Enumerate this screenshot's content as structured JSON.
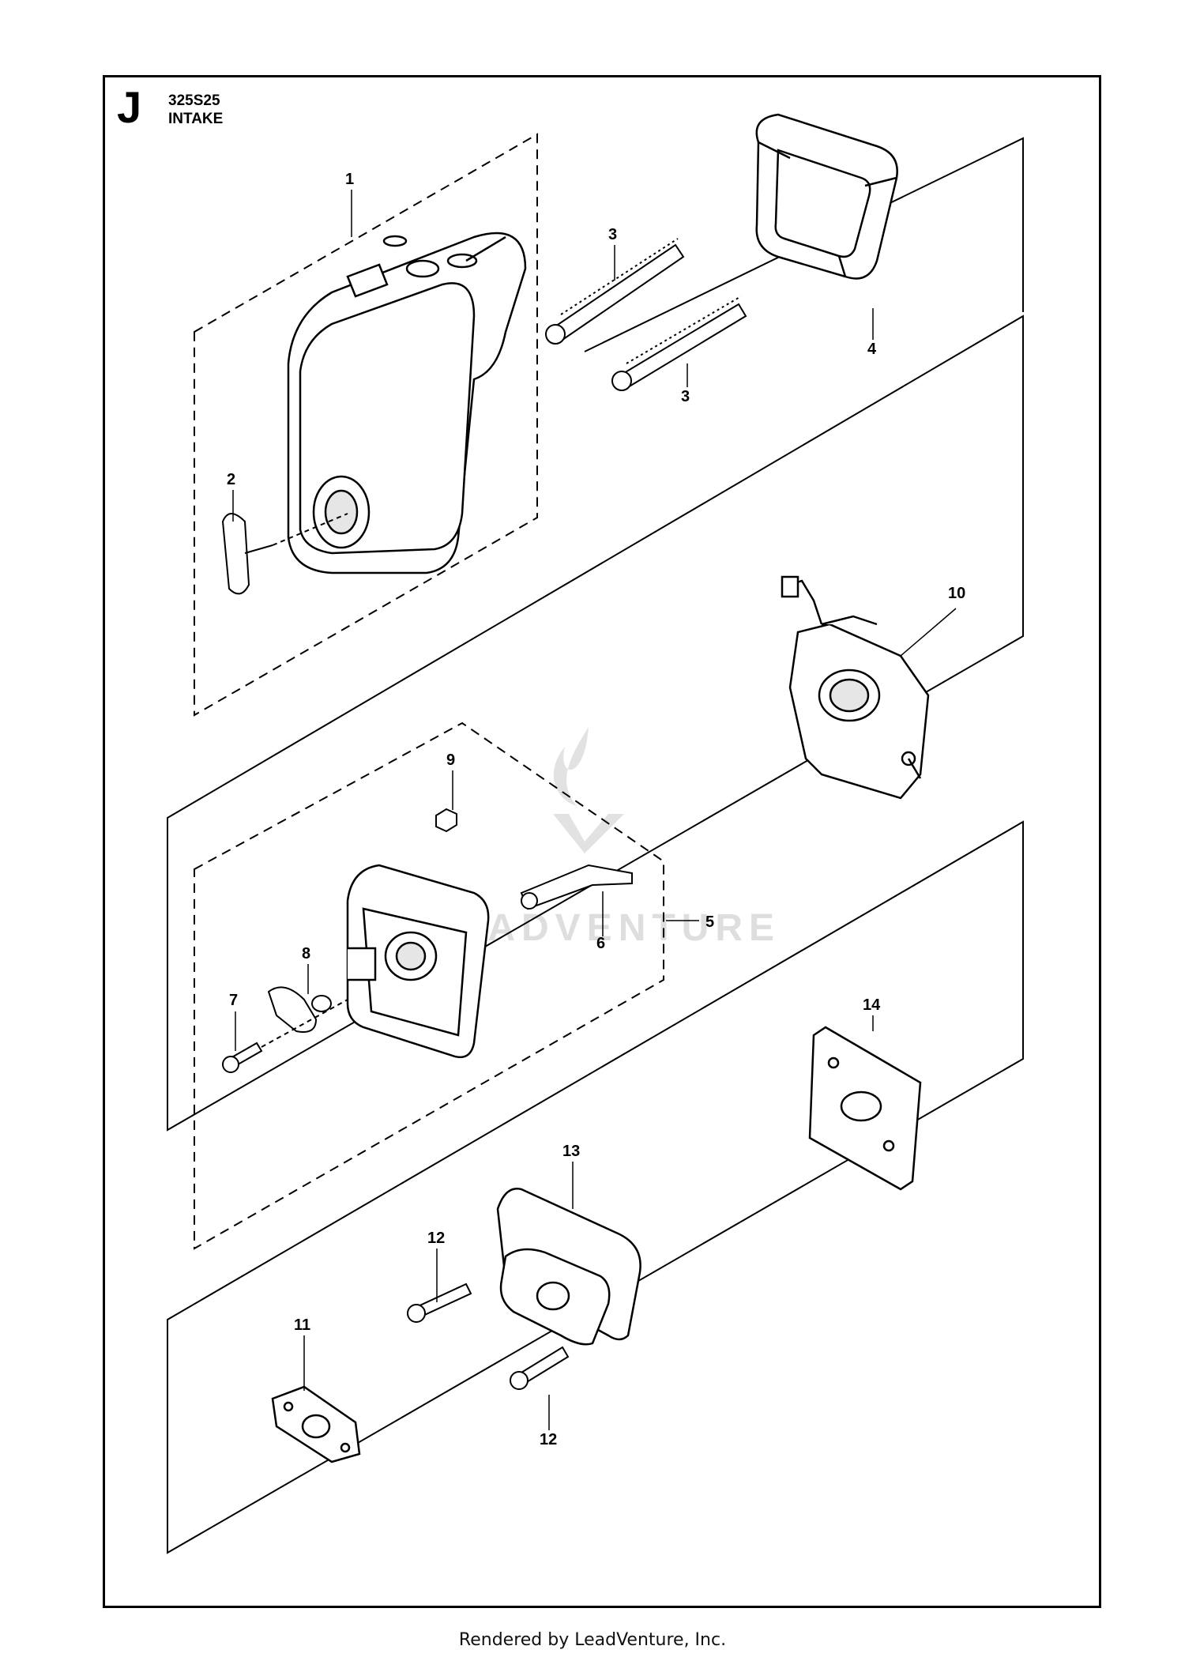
{
  "header": {
    "section_letter": "J",
    "model": "325S25",
    "title": "INTAKE"
  },
  "callouts": {
    "n1": "1",
    "n2": "2",
    "n3a": "3",
    "n3b": "3",
    "n4": "4",
    "n5": "5",
    "n6": "6",
    "n7": "7",
    "n8": "8",
    "n9": "9",
    "n10": "10",
    "n11": "11",
    "n12a": "12",
    "n12b": "12",
    "n13": "13",
    "n14": "14"
  },
  "watermark": {
    "text": "LEADVENTURE",
    "color": "#d9d9d9"
  },
  "footer": {
    "text": "Rendered by LeadVenture, Inc."
  },
  "colors": {
    "line": "#000000",
    "part_fill": "#ffffff",
    "part_shade": "#e6e6e6"
  }
}
